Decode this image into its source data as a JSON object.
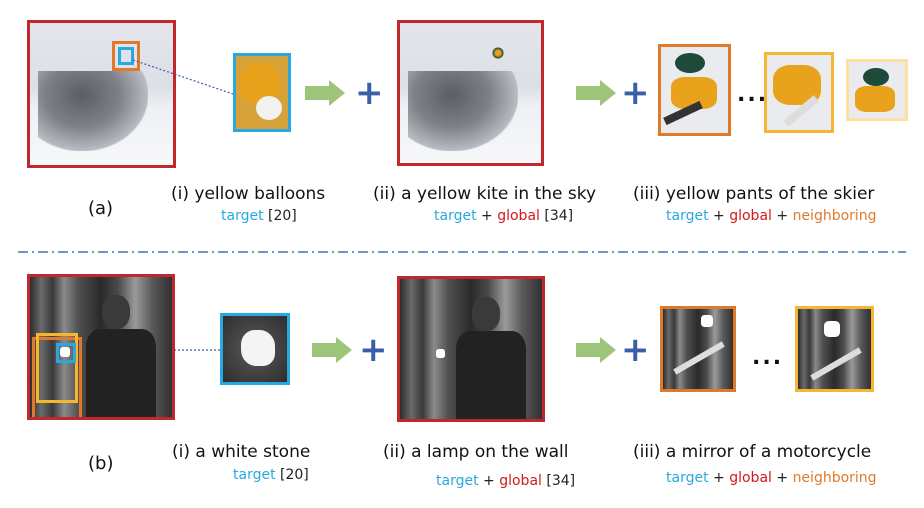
{
  "row_a": {
    "label": "(a)",
    "step1": {
      "text": "(i) yellow balloons",
      "cite_target": "target",
      "cite_ref": " [20]"
    },
    "step2": {
      "text": "(ii) a yellow kite in the sky",
      "cite_target": "target",
      "cite_plus": " + ",
      "cite_global": "global",
      "cite_ref": " [34]"
    },
    "step3": {
      "text": "(iii)  yellow pants of the skier",
      "cite_target": "target",
      "cite_plus1": " + ",
      "cite_global": "global",
      "cite_plus2": " + ",
      "cite_neighboring": "neighboring"
    },
    "ellipsis": "..."
  },
  "row_b": {
    "label": "(b)",
    "step1": {
      "text": "(i) a white stone",
      "cite_target": "target",
      "cite_ref": " [20]"
    },
    "step2": {
      "text": "(ii)  a lamp on the wall",
      "cite_target": "target",
      "cite_plus": " + ",
      "cite_global": "global",
      "cite_ref": " [34]"
    },
    "step3": {
      "text": "(iii)  a mirror of a motorcycle",
      "cite_target": "target",
      "cite_plus1": " + ",
      "cite_global": "global",
      "cite_plus2": " + ",
      "cite_neighboring": "neighboring"
    },
    "ellipsis": "..."
  },
  "plus_symbol": "+",
  "colors": {
    "target": "#29a8e0",
    "global": "#d11a1a",
    "neighboring": "#e07a2a",
    "arrow": "#9dc57a",
    "plus": "#3a5fa8",
    "frame": "#c0282d"
  }
}
